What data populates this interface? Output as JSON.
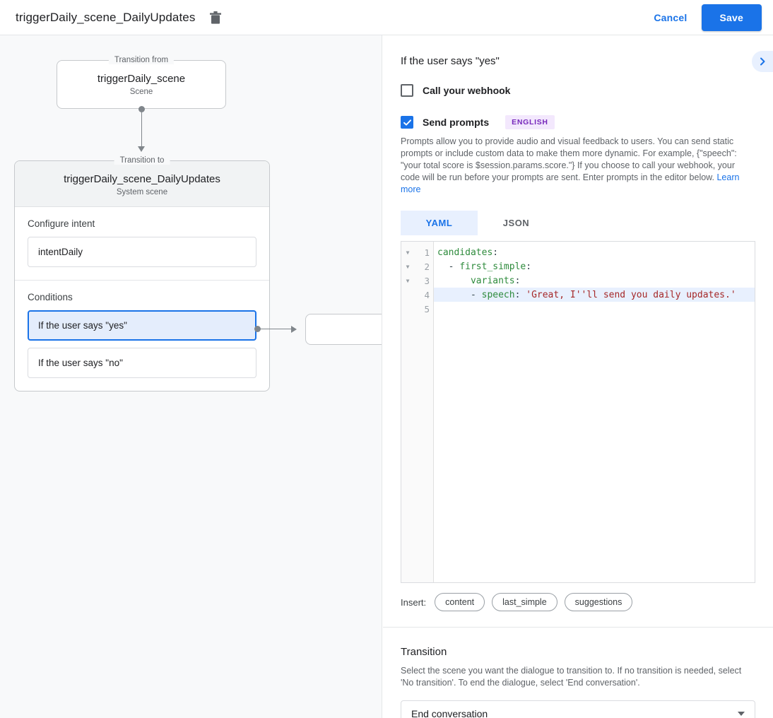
{
  "topbar": {
    "title": "triggerDaily_scene_DailyUpdates",
    "delete_icon": "trash-icon",
    "cancel_label": "Cancel",
    "save_label": "Save"
  },
  "canvas": {
    "transition_from": {
      "legend": "Transition from",
      "title": "triggerDaily_scene",
      "subtitle": "Scene"
    },
    "transition_to": {
      "legend": "Transition to",
      "title": "triggerDaily_scene_DailyUpdates",
      "subtitle": "System scene",
      "intent_section_label": "Configure intent",
      "intent_value": "intentDaily",
      "conditions_label": "Conditions",
      "conditions": [
        {
          "label": "If the user says \"yes\"",
          "selected": true
        },
        {
          "label": "If the user says \"no\"",
          "selected": false
        }
      ]
    }
  },
  "panel": {
    "title": "If the user says \"yes\"",
    "expand_icon": "chevron-right-icon",
    "webhook": {
      "label": "Call your webhook",
      "checked": false
    },
    "prompts": {
      "label": "Send prompts",
      "checked": true,
      "badge": "ENGLISH",
      "description": "Prompts allow you to provide audio and visual feedback to users. You can send static prompts or include custom data to make them more dynamic. For example, {\"speech\": \"your total score is $session.params.score.\"} If you choose to call your webhook, your code will be run before your prompts are sent. Enter prompts in the editor below.",
      "learn_more": "Learn more"
    },
    "editor_tabs": [
      {
        "label": "YAML",
        "active": true
      },
      {
        "label": "JSON",
        "active": false
      }
    ],
    "editor": {
      "lines": [
        {
          "num": "1",
          "fold": true,
          "highlighted": false,
          "tokens": [
            {
              "t": "key",
              "v": "candidates"
            },
            {
              "t": "punc",
              "v": ":"
            }
          ]
        },
        {
          "num": "2",
          "fold": true,
          "highlighted": false,
          "tokens": [
            {
              "t": "punc",
              "v": "  - "
            },
            {
              "t": "key",
              "v": "first_simple"
            },
            {
              "t": "punc",
              "v": ":"
            }
          ]
        },
        {
          "num": "3",
          "fold": true,
          "highlighted": false,
          "tokens": [
            {
              "t": "key",
              "v": "      variants"
            },
            {
              "t": "punc",
              "v": ":"
            }
          ]
        },
        {
          "num": "4",
          "fold": false,
          "highlighted": true,
          "tokens": [
            {
              "t": "punc",
              "v": "      - "
            },
            {
              "t": "key",
              "v": "speech"
            },
            {
              "t": "punc",
              "v": ": "
            },
            {
              "t": "str",
              "v": "'Great, I''ll send you daily updates.'"
            }
          ]
        },
        {
          "num": "5",
          "fold": false,
          "highlighted": false,
          "tokens": []
        }
      ]
    },
    "insert": {
      "label": "Insert:",
      "chips": [
        "content",
        "last_simple",
        "suggestions"
      ]
    },
    "transition": {
      "title": "Transition",
      "description": "Select the scene you want the dialogue to transition to. If no transition is needed, select 'No transition'. To end the dialogue, select 'End conversation'.",
      "selected": "End conversation"
    }
  },
  "colors": {
    "accent": "#1a73e8",
    "accent_light": "#e8f0fe",
    "badge_bg": "#f3e8fd",
    "badge_fg": "#7627bb",
    "canvas_bg": "#f8f9fa"
  }
}
